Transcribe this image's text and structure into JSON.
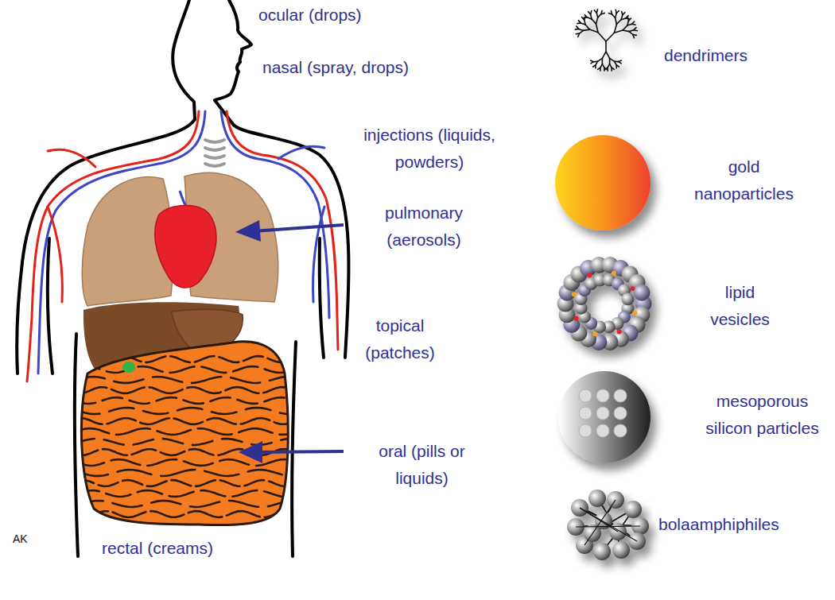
{
  "diagram": {
    "labels": [
      "ocular (drops)",
      "nasal (spray, drops)",
      "injections (liquids, powders)",
      "pulmonary (aerosols)",
      "topical (patches)",
      "oral (pills or liquids)",
      "rectal (creams)",
      "AK",
      "dendrimers",
      "gold nanoparticles",
      "lipid vesicles",
      "mesoporous silicon particles",
      "bolaamphiphiles"
    ]
  }
}
